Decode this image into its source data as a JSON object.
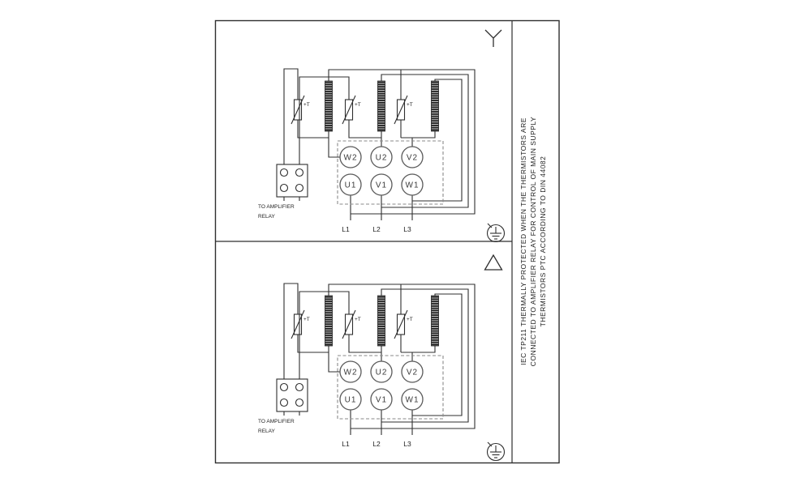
{
  "palette": {
    "line": "#2f2f2f",
    "dashed_box": "#8a8a8a",
    "background": "#ffffff"
  },
  "sidebar": {
    "notes": [
      "IEC TP211 THERMALLY PROTECTED WHEN THE THERMISTORS ARE",
      "CONNECTED TO AMPLIFIER RELAY FOR CONTROL OF MAIN SUPPLY",
      "THERMISTORS PTC ACCORDING TO DIN 44082"
    ]
  },
  "panels": [
    {
      "connection": "star",
      "symbol_icon": "star-connection-icon",
      "ground_icon": "earth-ground-icon",
      "thermistor_labels": [
        "+T",
        "+T",
        "+T"
      ],
      "terminals_top": [
        "W2",
        "U2",
        "V2"
      ],
      "terminals_bottom": [
        "U1",
        "V1",
        "W1"
      ],
      "relay_note": [
        "TO AMPLIFIER",
        "RELAY"
      ],
      "supply_labels": [
        "L1",
        "L2",
        "L3"
      ]
    },
    {
      "connection": "delta",
      "symbol_icon": "delta-connection-icon",
      "ground_icon": "earth-ground-icon",
      "thermistor_labels": [
        "+T",
        "+T",
        "+T"
      ],
      "terminals_top": [
        "W2",
        "U2",
        "V2"
      ],
      "terminals_bottom": [
        "U1",
        "V1",
        "W1"
      ],
      "relay_note": [
        "TO AMPLIFIER",
        "RELAY"
      ],
      "supply_labels": [
        "L1",
        "L2",
        "L3"
      ]
    }
  ]
}
